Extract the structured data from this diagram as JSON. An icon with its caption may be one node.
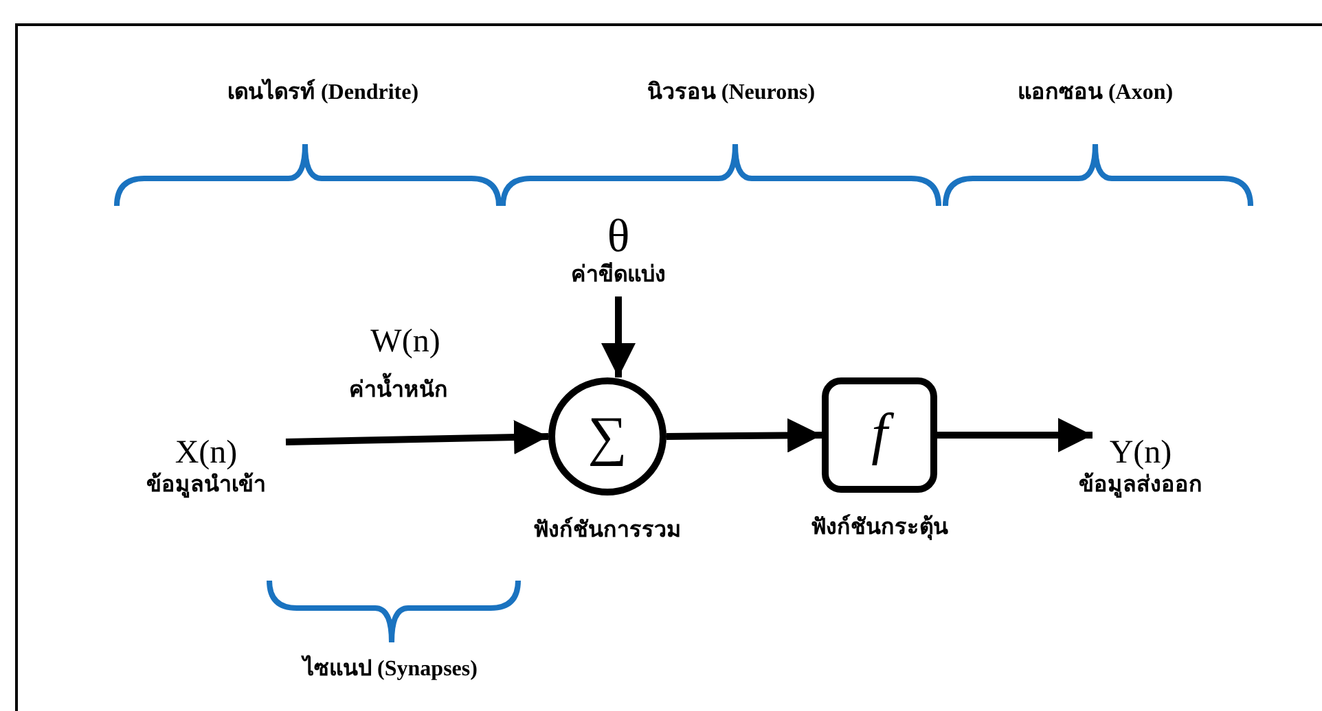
{
  "diagram": {
    "nodes": [
      {
        "text": [
          "X(n)",
          "ข้อมูลนำเข้า"
        ]
      },
      {
        "text": [
          "θ",
          "ค่าขีดแบ่ง"
        ]
      },
      {
        "text": [
          "∑"
        ],
        "beside": [
          "ฟังก์ชันการรวม"
        ]
      },
      {
        "text": [
          "f"
        ],
        "beside": [
          "ฟังก์ชันกระตุ้น"
        ]
      },
      {
        "text": [
          "Y(n)",
          "ข้อมูลส่งออก"
        ]
      }
    ],
    "edges": [
      {
        "from": 0,
        "to": 2,
        "arrow": "to"
      },
      {
        "from": 1,
        "to": 2,
        "arrow": "to"
      },
      {
        "from": 2,
        "to": 3,
        "arrow": "to"
      },
      {
        "from": 3,
        "to": 4,
        "arrow": "to"
      }
    ],
    "labels": [
      "เดนไดรท์ (Dendrite)",
      "นิวรอน (Neurons)",
      "แอกซอน (Axon)",
      "W(n)",
      "ค่าน้ำหนัก",
      "ไซแนป (Synapses)"
    ]
  }
}
